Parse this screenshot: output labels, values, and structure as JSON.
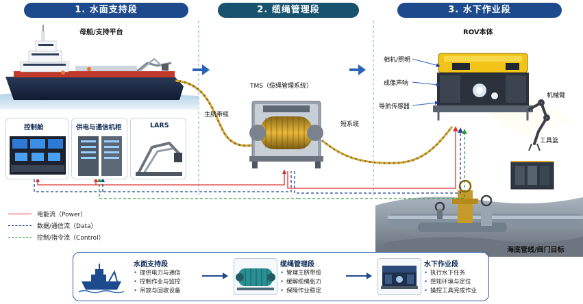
{
  "stages": [
    {
      "label": "1. 水面支持段",
      "color": "#1d4a8c"
    },
    {
      "label": "2. 缆绳管理段",
      "color": "#17526e"
    },
    {
      "label": "3. 水下作业段",
      "color": "#1d4a8c"
    }
  ],
  "surface": {
    "platform_label": "母船/支持平台",
    "cards": [
      {
        "title": "控制舱"
      },
      {
        "title": "供电与通信机柜"
      },
      {
        "title": "LARS"
      }
    ]
  },
  "tether": {
    "tms_label": "TMS（缆绳管理系统）",
    "umbilical_label": "主脐带缆",
    "short_cable_label": "短系缆"
  },
  "underwater": {
    "rov_label": "ROV本体",
    "callouts": [
      "相机/照明",
      "成像声呐",
      "导航传感器"
    ],
    "arm_label": "机械臂",
    "tool_label": "工具篮",
    "target_label": "海底管线/阀门目标"
  },
  "legend": [
    {
      "label": "电能流（Power）",
      "color": "#e03030",
      "style": "solid"
    },
    {
      "label": "数据/通信流（Data）",
      "color": "#1f3f9a",
      "style": "dashed"
    },
    {
      "label": "控制/指令流（Control）",
      "color": "#2f9a3a",
      "style": "dashed"
    }
  ],
  "summary": [
    {
      "title": "水面支持段",
      "items": [
        "提供电力与通信",
        "控制作业与监控",
        "吊放与回收设备"
      ]
    },
    {
      "title": "缆绳管理段",
      "items": [
        "管理主脐带缆",
        "缓解缆绳张力",
        "保障作业稳定"
      ]
    },
    {
      "title": "水下作业段",
      "items": [
        "执行水下任务",
        "感知环境与定位",
        "操控工具完成作业"
      ]
    }
  ],
  "colors": {
    "accent": "#1d4a8c",
    "cable": "#d4a72c",
    "power": "#e03030",
    "data": "#1f3f9a",
    "control": "#2f9a3a"
  }
}
